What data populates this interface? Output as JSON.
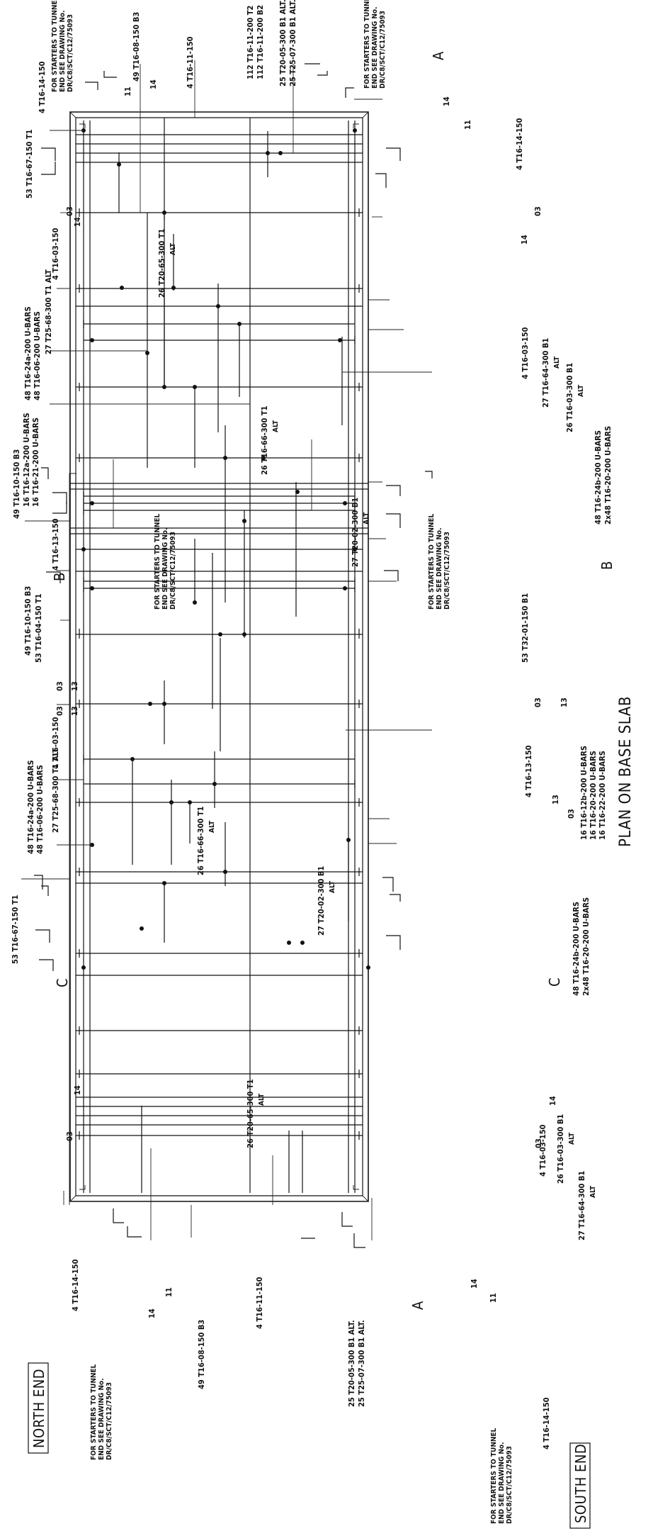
{
  "drawing": {
    "title": "PLAN ON BASE SLAB",
    "ends": {
      "north": "NORTH END",
      "south": "SOUTH END"
    },
    "section_marks": {
      "a": "A",
      "b": "B",
      "c": "C"
    },
    "left_labels": [
      "53 T16-67-150 T1",
      "4 T16-03-150",
      "27 T25-68-300 T1 ALT",
      "48 T16-24a-200 U-BARS",
      "48 T16-06-200 U-BARS",
      "49 T16-10-150 B3",
      "16 T16-12a-200 U-BARS",
      "16 T16-21-200 U-BARS",
      "4 T16-13-150",
      "49 T16-10-150 B3",
      "53 T16-04-150 T1",
      "4 T16-03-150",
      "27 T25-68-300 T1 ALT",
      "48 T16-24a-200 U-BARS",
      "48 T16-06-200 U-BARS",
      "53 T16-67-150 T1"
    ],
    "right_labels": [
      "4 T16-14-150",
      "4 T16-03-150",
      "27 T16-64-300 B1",
      "ALT",
      "26 T16-03-300 B1",
      "ALT",
      "48 T16-24b-200 U-BARS",
      "2x48 T16-20-200 U-BARS",
      "53 T32-01-150 B1",
      "4 T16-13-150",
      "16 T16-12b-200 U-BARS",
      "16 T16-20-200 U-BARS",
      "16 T16-22-200 U-BARS",
      "48 T16-24b-200 U-BARS",
      "2x48 T16-20-200 U-BARS",
      "4 T16-03-150",
      "26 T16-03-300 B1",
      "ALT",
      "27 T16-64-300 B1",
      "ALT"
    ],
    "top_labels": [
      "4 T16-14-150",
      "49 T16-08-150 B3",
      "4 T16-11-150",
      "112 T16-11-200 T2",
      "112 T16-11-200 B2",
      "25 T20-05-300 B1 ALT.",
      "25 T25-07-300 B1 ALT."
    ],
    "bottom_labels": [
      "4 T16-14-150",
      "49 T16-08-150 B3",
      "4 T16-11-150",
      "25 T20-05-300 B1 ALT.",
      "25 T25-07-300 B1 ALT.",
      "4 T16-14-150"
    ],
    "interior_labels": [
      "26 T20-65-300 T1",
      "ALT",
      "26 T16-66-300 T1",
      "ALT",
      "27 T20-02-300 B1",
      "ALT",
      "26 T16-66-300 T1",
      "ALT",
      "27 T20-02-300 B1",
      "ALT",
      "26 T20-65-300 T1",
      "ALT"
    ],
    "starter_note": [
      "FOR STARTERS TO TUNNEL",
      "END SEE DRAWING No.",
      "DR/C8/SCT/C12/75093"
    ],
    "section_numbers": [
      "11",
      "14",
      "03",
      "13"
    ]
  }
}
